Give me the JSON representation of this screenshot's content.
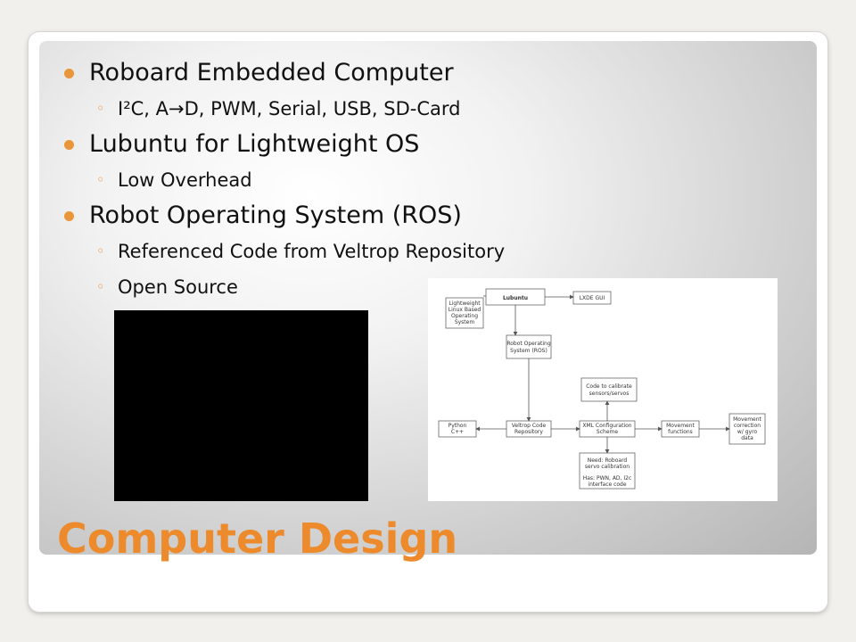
{
  "slide": {
    "title": "Computer Design",
    "bullets": [
      {
        "text": "Roboard Embedded Computer"
      },
      {
        "text": "I²C, A→D, PWM, Serial, USB, SD-Card"
      },
      {
        "text": "Lubuntu for Lightweight OS"
      },
      {
        "text": "Low Overhead"
      },
      {
        "text": "Robot Operating System (ROS)"
      },
      {
        "text": "Referenced Code from Veltrop Repository"
      },
      {
        "text": "Open Source"
      }
    ]
  },
  "diagram": {
    "lubuntu": "Lubuntu",
    "linux_based": [
      "Lightweight",
      "Linux Based",
      "Operating",
      "System"
    ],
    "lxde": "LXDE GUI",
    "ros": [
      "Robot Operating",
      "System (ROS)"
    ],
    "calibrate": [
      "Code to calibrate",
      "sensors/servos"
    ],
    "python": [
      "Python",
      "C++"
    ],
    "veltrop": [
      "Veltrop Code",
      "Repository"
    ],
    "xml": [
      "XML Configuration",
      "Scheme"
    ],
    "movement": [
      "Movement",
      "functions"
    ],
    "correction": [
      "Movement",
      "correction",
      "w/ gyro",
      "data"
    ],
    "need": [
      "Need: Roboard",
      "servo calibration",
      "",
      "Has: PWN, AD, I2c",
      "interface code"
    ]
  },
  "colors": {
    "accent": "#e9953a",
    "title": "#ec8a2c"
  }
}
